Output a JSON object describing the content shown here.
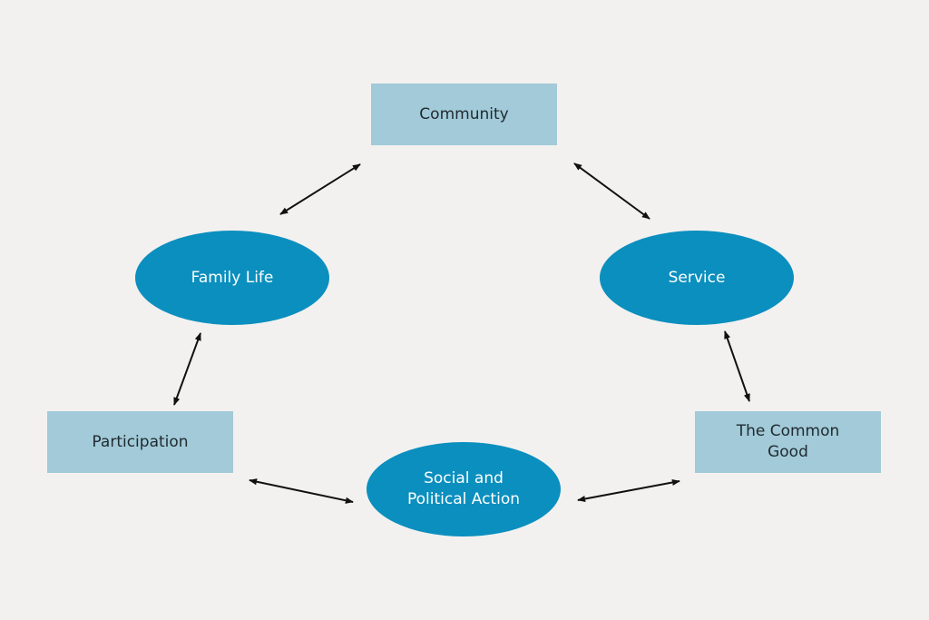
{
  "nodes": {
    "community": "Community",
    "family_life": "Family Life",
    "service": "Service",
    "participation": "Participation",
    "common_good_line1": "The Common",
    "common_good_line2": "Good",
    "social_line1": "Social and",
    "social_line2": "Political Action"
  },
  "connections": [
    {
      "from": "Community",
      "to": "Family Life",
      "bidirectional": true
    },
    {
      "from": "Community",
      "to": "Service",
      "bidirectional": true
    },
    {
      "from": "Family Life",
      "to": "Participation",
      "bidirectional": true
    },
    {
      "from": "Service",
      "to": "The Common Good",
      "bidirectional": true
    },
    {
      "from": "Participation",
      "to": "Social and Political Action",
      "bidirectional": true
    },
    {
      "from": "Social and Political Action",
      "to": "The Common Good",
      "bidirectional": true
    }
  ],
  "colors": {
    "background": "#f2f1f0",
    "box_fill": "#a2cad8",
    "ellipse_fill": "#0b8fbe",
    "ellipse_text": "#ffffff",
    "box_text": "#1f2a30",
    "arrow": "#111111"
  }
}
